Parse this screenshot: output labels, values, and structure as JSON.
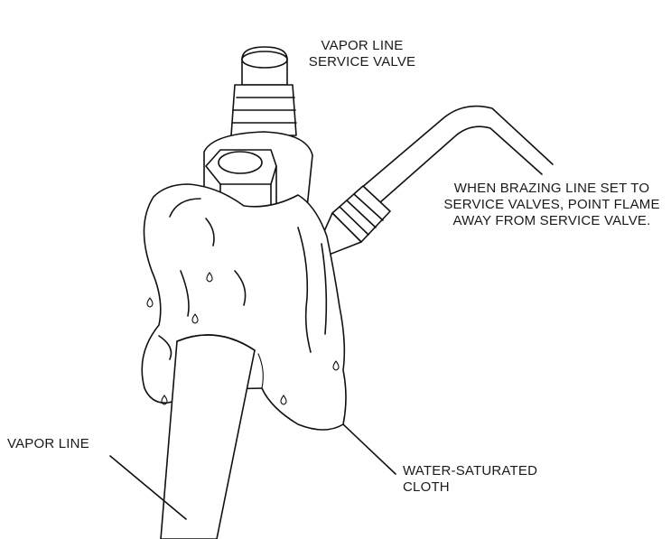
{
  "labels": {
    "valve": [
      "VAPOR LINE",
      "SERVICE VALVE"
    ],
    "brazing": [
      "WHEN BRAZING LINE SET TO",
      "SERVICE VALVES, POINT FLAME",
      "AWAY FROM SERVICE VALVE."
    ],
    "vapor_line": [
      "VAPOR LINE"
    ],
    "cloth": [
      "WATER-SATURATED",
      "CLOTH"
    ]
  },
  "colors": {
    "ink": "#111111",
    "background": "#ffffff"
  }
}
